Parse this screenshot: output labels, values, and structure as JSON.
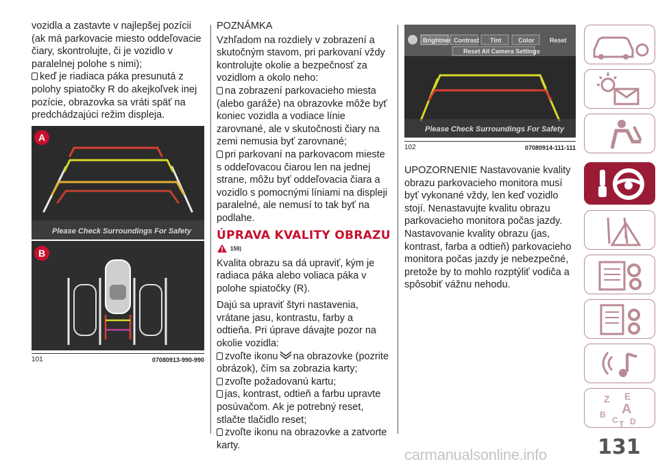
{
  "col1": {
    "p1": "vozidla a zastavte v najlepšej pozícii (ak má parkovacie miesto oddeľovacie čiary, skontrolujte, či je vozidlo v paralelnej polohe s nimi);",
    "b1": "keď je riadiaca páka presunutá z polohy spiatočky R do akejkoľvek inej pozície, obrazovka sa vráti späť na predchádzajúci režim displeja.",
    "fig": {
      "labelA": "A",
      "labelB": "B",
      "overlay_text": "Please Check Surroundings For Safety",
      "num": "101",
      "code": "07080913-990-990"
    }
  },
  "col2": {
    "note_title": "POZNÁMKA",
    "note_p": "Vzhľadom na rozdiely v zobrazení a skutočným stavom, pri parkovaní vždy kontrolujte okolie a bezpečnosť za vozidlom a okolo neho:",
    "b1": "na zobrazení parkovacieho miesta (alebo garáže) na obrazovke môže byť koniec vozidla a vodiace línie zarovnané, ale v skutočnosti čiary na zemi nemusia byť zarovnané;",
    "b2": "pri parkovaní na parkovacom mieste s oddeľovacou čiarou len na jednej strane, môžu byť oddeľovacia čiara a vozidlo s pomocnými líniami na displeji paralelné, ale nemusí to tak byť na podlahe.",
    "heading": "ÚPRAVA KVALITY OBRAZU",
    "warn_num": "159)",
    "p2": "Kvalita obrazu sa dá upraviť, kým je radiaca páka alebo voliaca páka v polohe spiatočky (R).",
    "p3": "Dajú sa upraviť štyri nastavenia, vrátane jasu, kontrastu, farby a odtieňa. Pri úprave dávajte pozor na okolie vozidla:",
    "b3a": "zvoľte ikonu",
    "b3b": "na obrazovke (pozrite obrázok), čím sa zobrazia karty;",
    "b4": "zvoľte požadovanú kartu;",
    "b5": "jas, kontrast, odtieň a farbu upravte posúvačom. Ak je potrebný reset, stlačte tlačidlo reset;",
    "b6": "zvoľte ikonu na obrazovke a zatvorte karty."
  },
  "col3": {
    "fig": {
      "tabs": [
        "Brightness",
        "Contrast",
        "Tint",
        "Color"
      ],
      "reset": "Reset",
      "reset_all": "Reset All Camera Settings",
      "overlay_text": "Please Check Surroundings For Safety",
      "num": "102",
      "code": "07080914-111-111"
    },
    "warning": "UPOZORNENIE Nastavovanie kvality obrazu parkovacieho monitora musí byť vykonané vždy, len keď vozidlo stojí. Nenastavujte kvalitu obrazu parkovacieho monitora počas jazdy. Nastavovanie kvality obrazu (jas, kontrast, farba a odtieň) parkovacieho monitora počas jazdy je nebezpečné, pretože by to mohlo rozptýliť vodiča a spôsobiť vážnu nehodu."
  },
  "sidebar": {
    "icons": [
      "car-icon",
      "warning-lights-icon",
      "airbag-seat-icon",
      "steering-key-icon",
      "road-warning-icon",
      "maintenance-icon",
      "specifications-icon",
      "multimedia-icon",
      "index-icon"
    ],
    "active_index": 3,
    "index_letters": [
      "Z",
      "E",
      "B",
      "A",
      "C",
      "T",
      "D"
    ]
  },
  "page_number": "131",
  "watermark": "carmanualsonline.info"
}
